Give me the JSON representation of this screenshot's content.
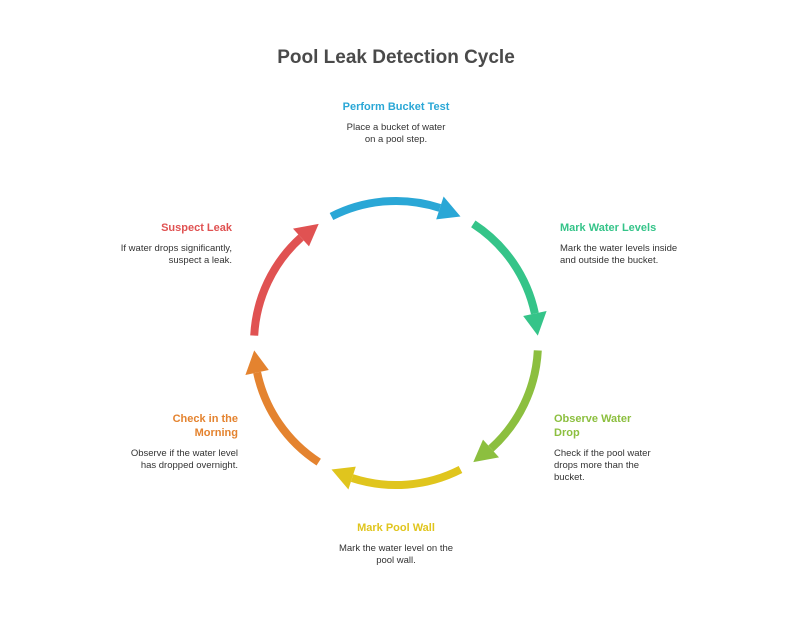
{
  "title": "Pool Leak Detection Cycle",
  "steps": [
    {
      "id": "perform-bucket-test",
      "title": "Perform Bucket Test",
      "description": "Place a bucket of water on a pool step.",
      "color": "#2aa7d6"
    },
    {
      "id": "mark-water-levels",
      "title": "Mark Water Levels",
      "description": "Mark the water levels inside and outside the bucket.",
      "color": "#35c489"
    },
    {
      "id": "observe-water-drop",
      "title": "Observe Water Drop",
      "description": "Check if the pool water drops more than the bucket.",
      "color": "#8cbf3f"
    },
    {
      "id": "mark-pool-wall",
      "title": "Mark Pool Wall",
      "description": "Mark the water level on the pool wall.",
      "color": "#e0c51d"
    },
    {
      "id": "check-in-the-morning",
      "title": "Check in the Morning",
      "description": "Observe if the water level has dropped overnight.",
      "color": "#e4832f"
    },
    {
      "id": "suspect-leak",
      "title": "Suspect Leak",
      "description": "If water drops significantly, suspect a leak.",
      "color": "#e05252"
    }
  ]
}
